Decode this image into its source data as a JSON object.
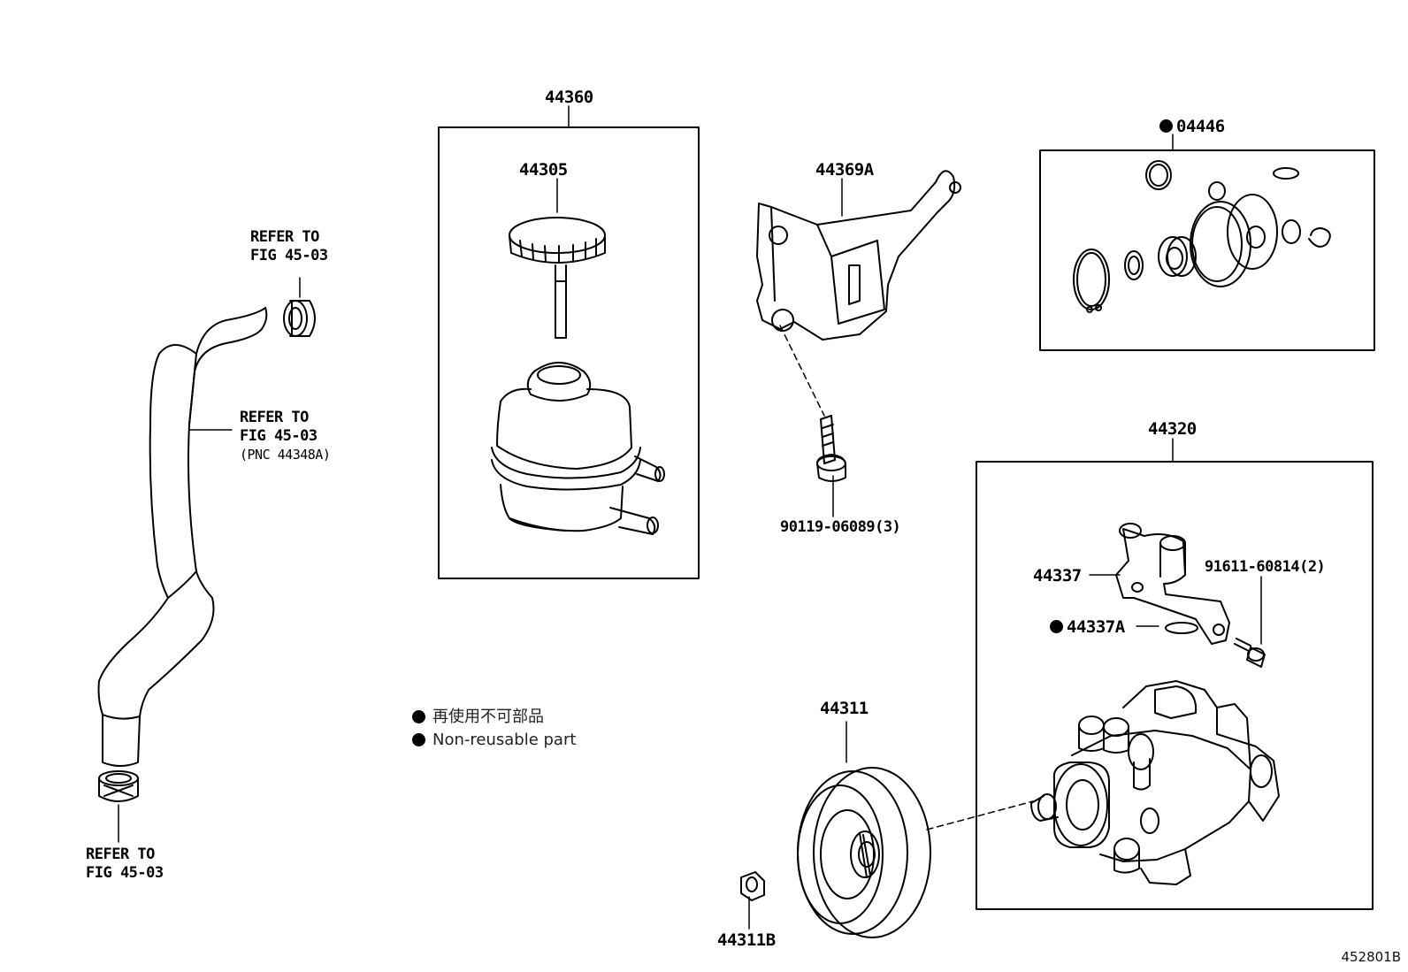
{
  "parts": {
    "p44360": "44360",
    "p44305": "44305",
    "p44369a": "44369A",
    "p04446": "04446",
    "p90119": "90119-06089(3)",
    "p44320": "44320",
    "p44337": "44337",
    "p44337a": "44337A",
    "p91611": "91611-60814(2)",
    "p44311": "44311",
    "p44311b": "44311B"
  },
  "refs": {
    "top_line1": "REFER TO",
    "top_line2": "FIG 45-03",
    "mid_line1": "REFER TO",
    "mid_line2": "FIG 45-03",
    "mid_line3": "(PNC 44348A)",
    "bottom_line1": "REFER TO",
    "bottom_line2": "FIG 45-03"
  },
  "legend": {
    "line_japanese": "再使用不可部品",
    "line_english": "Non-reusable part"
  },
  "illustration_code": "452801B",
  "icons": {
    "non_reusable_marker": "filled-circle-icon"
  }
}
